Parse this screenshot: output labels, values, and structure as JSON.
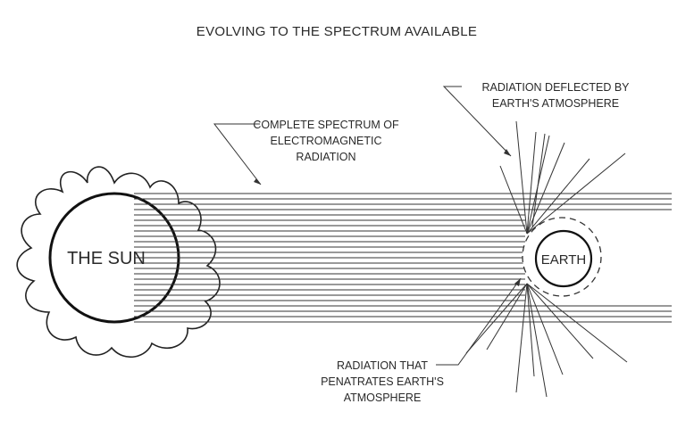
{
  "title": "EVOLVING TO THE SPECTRUM AVAILABLE",
  "sun_label": "THE SUN",
  "earth_label": "EARTH",
  "callouts": {
    "spectrum": [
      "COMPLETE SPECTRUM OF",
      "ELECTROMAGNETIC",
      "RADIATION"
    ],
    "deflected": [
      "RADIATION DEFLECTED BY",
      "EARTH'S ATMOSPHERE"
    ],
    "penetrates": [
      "RADIATION THAT",
      "PENATRATES EARTH'S",
      "ATMOSPHERE"
    ]
  }
}
